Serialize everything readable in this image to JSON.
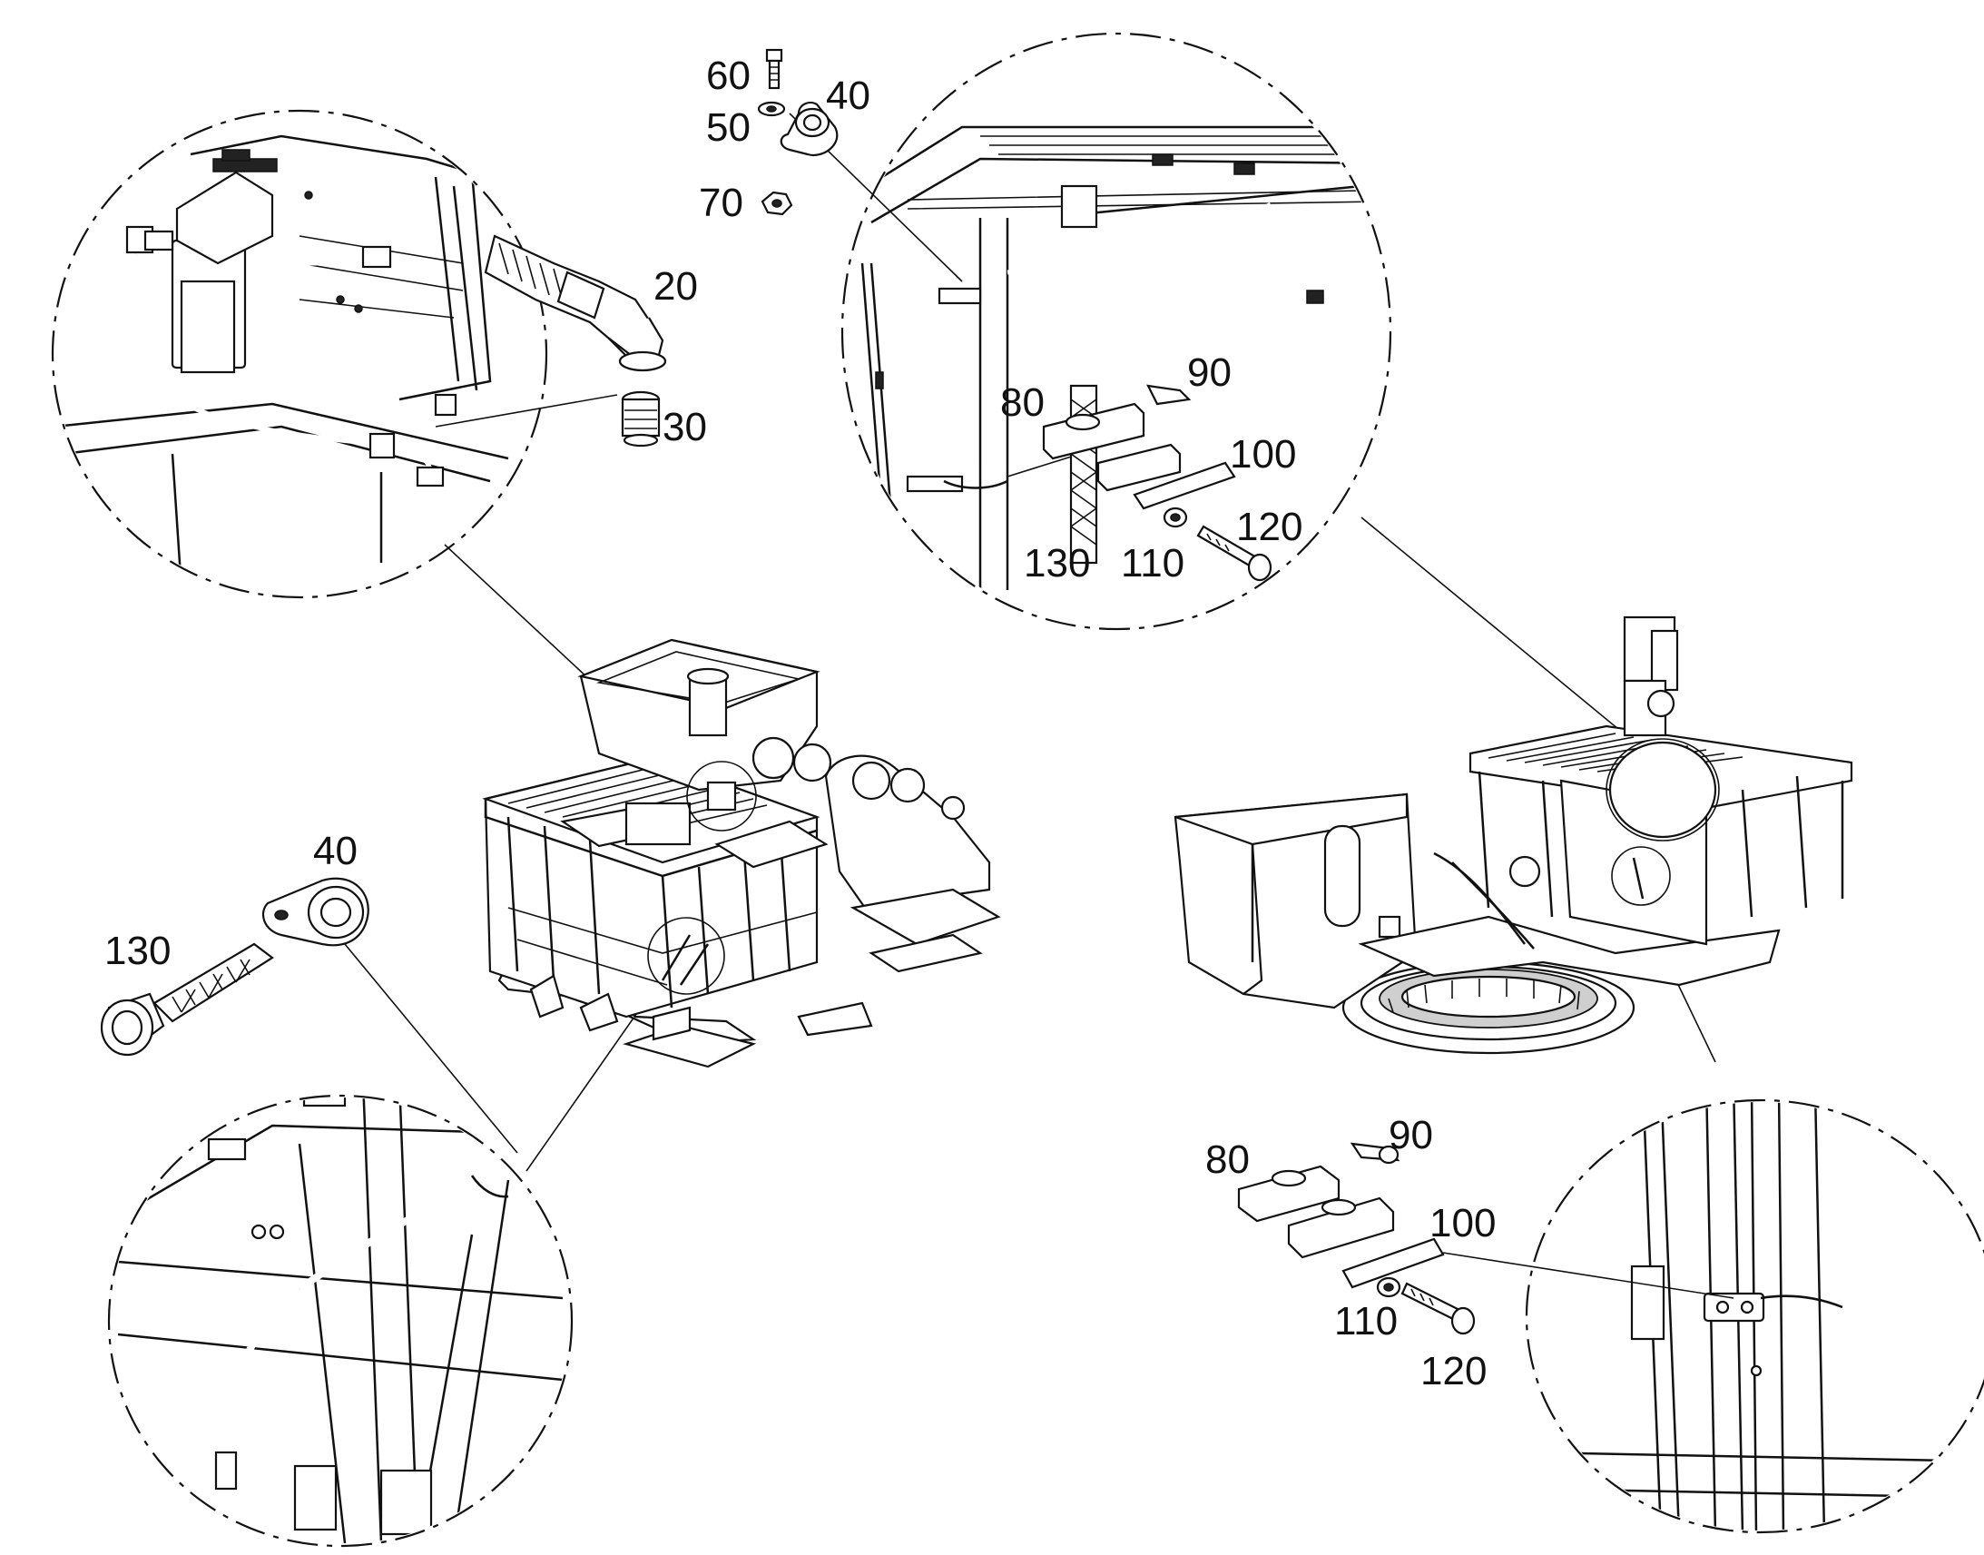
{
  "diagram": {
    "labels": {
      "top_left": [
        "60",
        "50",
        "40",
        "70",
        "20",
        "30"
      ],
      "top_middle": [
        "80",
        "90",
        "100",
        "120",
        "130",
        "110"
      ],
      "bottom_left": [
        "40",
        "130"
      ],
      "bottom_right": [
        "80",
        "90",
        "100",
        "110",
        "120"
      ]
    }
  }
}
